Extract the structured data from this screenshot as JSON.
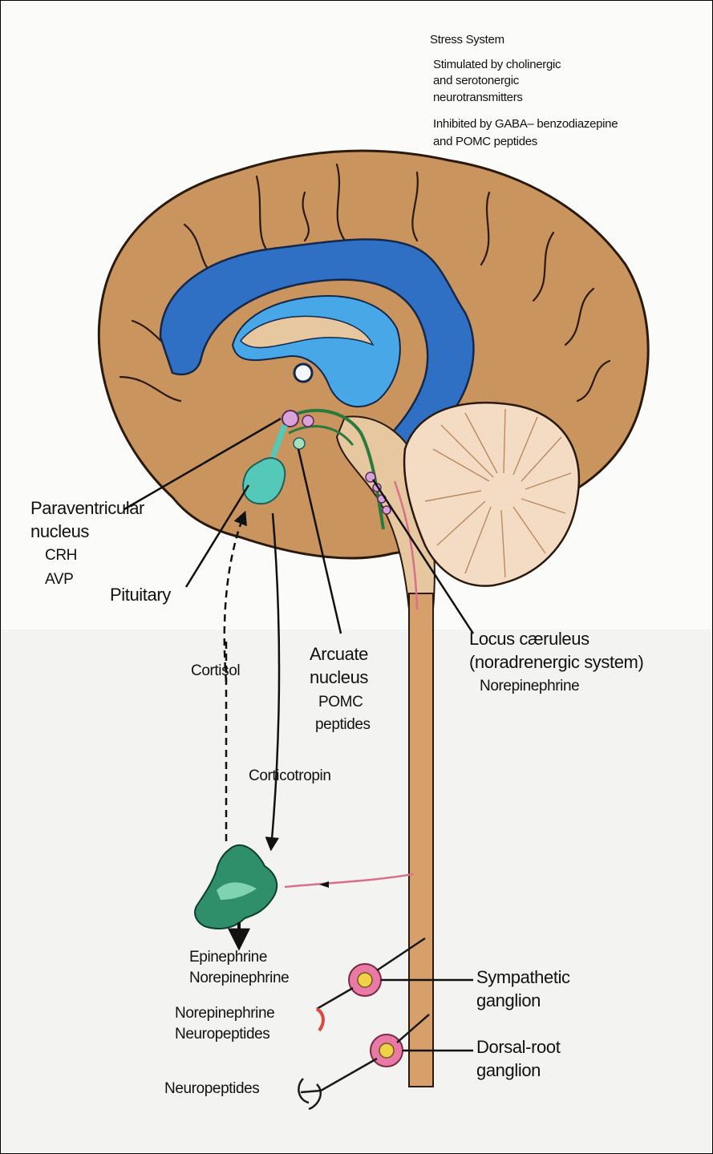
{
  "stress_system": {
    "title": "Stress System",
    "line1": "Stimulated by cholinergic",
    "line2": "and serotonergic",
    "line3": "neurotransmitters",
    "line4": "Inhibited by GABA– benzodiazepine",
    "line5": "and POMC peptides"
  },
  "labels": {
    "paraventricular_1": "Paraventricular",
    "paraventricular_2": "nucleus",
    "crh": "CRH",
    "avp": "AVP",
    "pituitary": "Pituitary",
    "arcuate_1": "Arcuate",
    "arcuate_2": "nucleus",
    "arcuate_3": "POMC",
    "arcuate_4": "peptides",
    "locus_1": "Locus cæruleus",
    "locus_2": "(noradrenergic system)",
    "locus_3": "Norepinephrine",
    "cortisol": "Cortisol",
    "corticotropin": "Corticotropin",
    "adrenal_1": "Epinephrine",
    "adrenal_2": "Norepinephrine",
    "symp_out_1": "Norepinephrine",
    "symp_out_2": "Neuropeptides",
    "neuropeptides": "Neuropeptides",
    "sympathetic_1": "Sympathetic",
    "sympathetic_2": "ganglion",
    "dorsal_1": "Dorsal-root",
    "dorsal_2": "ganglion"
  },
  "colors": {
    "cortex": "#c9945e",
    "cortex_outline": "#2a1a0e",
    "ventricle": "#2f6fc4",
    "ventricle_light": "#48a7e6",
    "cerebellum": "#f4dcc4",
    "spinal_cord": "#d7a06a",
    "pituitary": "#54c9b9",
    "adrenal": "#2f8f6a",
    "nucleus_pink": "#d9a3d8",
    "ganglion_pink": "#e97aa6",
    "ganglion_core": "#f0d24a",
    "nerve_pink": "#d9708a"
  }
}
